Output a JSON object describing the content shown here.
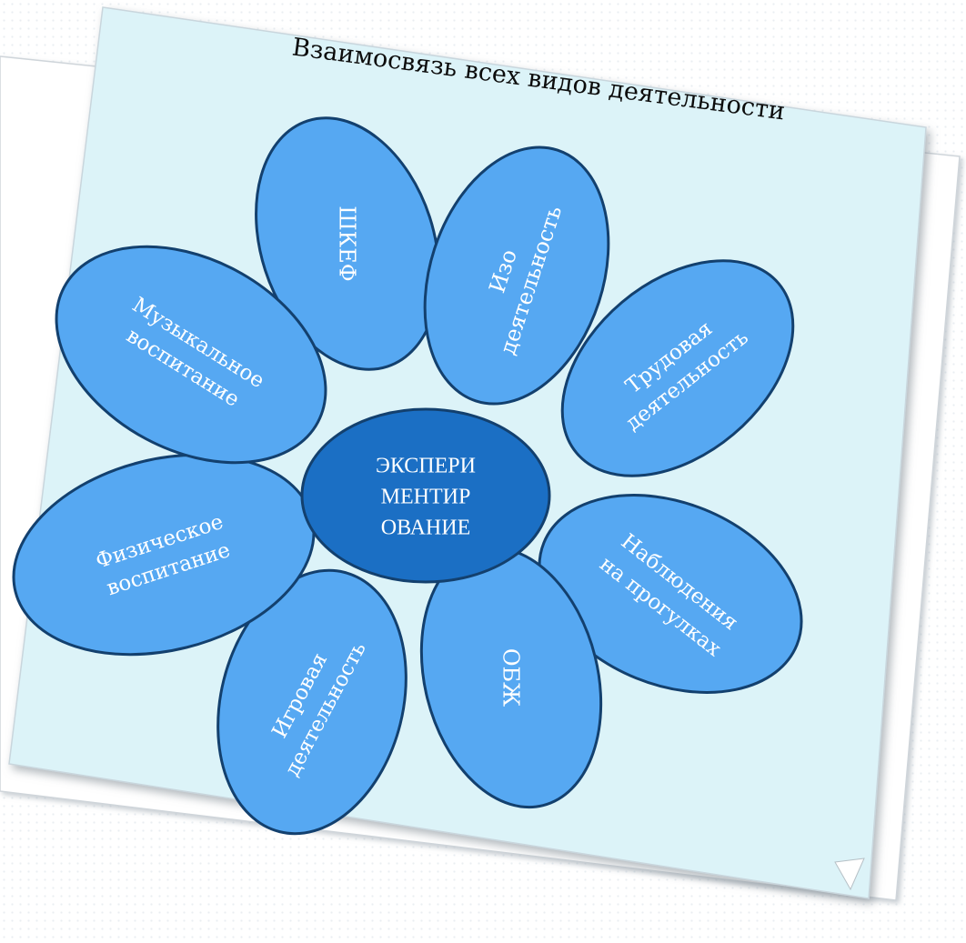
{
  "title": "Взаимосвязь всех видов деятельности",
  "center": {
    "lines": [
      "ЭКСПЕРИ",
      "МЕНТИР",
      "ОВАНИЕ"
    ]
  },
  "petals": [
    {
      "id": "shkef",
      "lines": [
        "ШКЕФ"
      ]
    },
    {
      "id": "izo",
      "lines": [
        "Изо",
        "деятельность"
      ]
    },
    {
      "id": "trudovaya",
      "lines": [
        "Трудовая",
        "деятельность"
      ]
    },
    {
      "id": "nablyudeniya",
      "lines": [
        "Наблюдения",
        "на прогулках"
      ]
    },
    {
      "id": "obzh",
      "lines": [
        "ОБЖ"
      ]
    },
    {
      "id": "igrovaya",
      "lines": [
        "Игровая",
        "деятельность"
      ]
    },
    {
      "id": "fizicheskoe",
      "lines": [
        "Физическое",
        "воспитание"
      ]
    },
    {
      "id": "muzykalnoe",
      "lines": [
        "Музыкальное",
        "воспитание"
      ]
    }
  ],
  "colors": {
    "card": "#dcf3f8",
    "petal_fill": "#56a8f2",
    "petal_stroke": "#13406e",
    "center_fill": "#1b6fc4",
    "text": "#ffffff"
  }
}
